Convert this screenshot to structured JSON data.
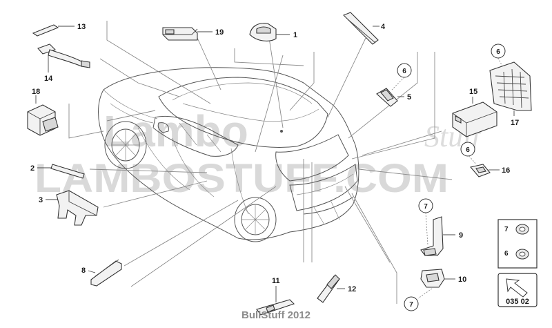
{
  "watermark": {
    "line1": "Lambo",
    "line1_script": "Stuff",
    "line2": "LAMBOSTUFF.COM"
  },
  "parts": [
    {
      "id": "1",
      "label": "1"
    },
    {
      "id": "2",
      "label": "2"
    },
    {
      "id": "3",
      "label": "3"
    },
    {
      "id": "4",
      "label": "4"
    },
    {
      "id": "5",
      "label": "5"
    },
    {
      "id": "8",
      "label": "8"
    },
    {
      "id": "9",
      "label": "9"
    },
    {
      "id": "10",
      "label": "10"
    },
    {
      "id": "11",
      "label": "11"
    },
    {
      "id": "12",
      "label": "12"
    },
    {
      "id": "13",
      "label": "13"
    },
    {
      "id": "14",
      "label": "14"
    },
    {
      "id": "15",
      "label": "15"
    },
    {
      "id": "16",
      "label": "16"
    },
    {
      "id": "17",
      "label": "17"
    },
    {
      "id": "18",
      "label": "18"
    },
    {
      "id": "19",
      "label": "19"
    }
  ],
  "callouts": {
    "six": "6",
    "seven": "7"
  },
  "legend": {
    "seven": "7",
    "six": "6"
  },
  "diagram_code": "035 02",
  "footer": "BullStuff 2012",
  "colors": {
    "line": "#333333",
    "leader": "#8a8a8a",
    "watermark": "#d9d9d9",
    "footer": "#8c8c8c"
  }
}
